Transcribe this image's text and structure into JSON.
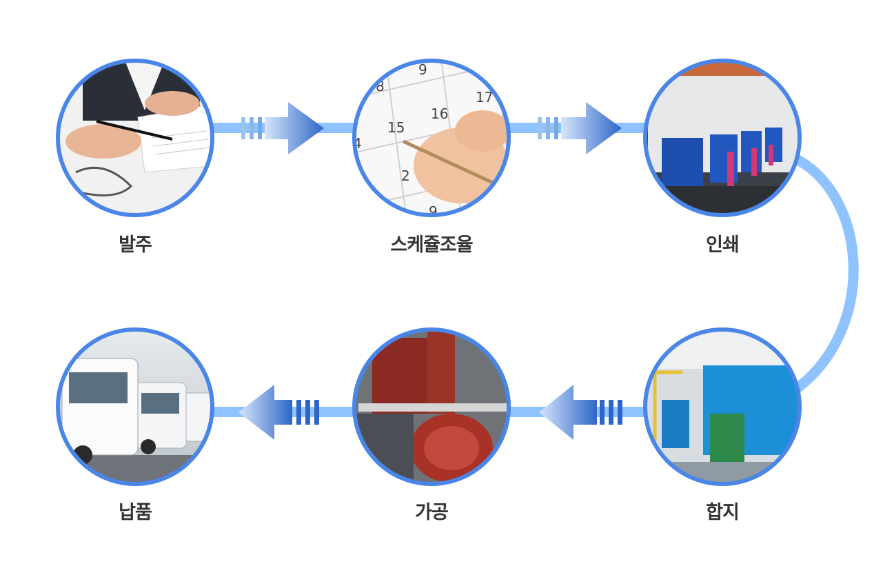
{
  "steps": [
    {
      "label": "발주",
      "image": "contract-signing-photo"
    },
    {
      "label": "스케쥴조율",
      "image": "calendar-writing-photo"
    },
    {
      "label": "인쇄",
      "image": "printing-press-photo"
    },
    {
      "label": "합지",
      "image": "laminating-machine-photo"
    },
    {
      "label": "가공",
      "image": "film-processing-photo"
    },
    {
      "label": "납품",
      "image": "delivery-trucks-photo"
    }
  ],
  "calendar_numbers": [
    "8",
    "9",
    "15",
    "16",
    "17",
    "4",
    "2",
    "9"
  ],
  "colors": {
    "circle_border": "#4a86e8",
    "connector": "#8ec3ff",
    "arrow_dark": "#2e66c8",
    "arrow_light": "#c8ddf7",
    "label": "#333333"
  }
}
